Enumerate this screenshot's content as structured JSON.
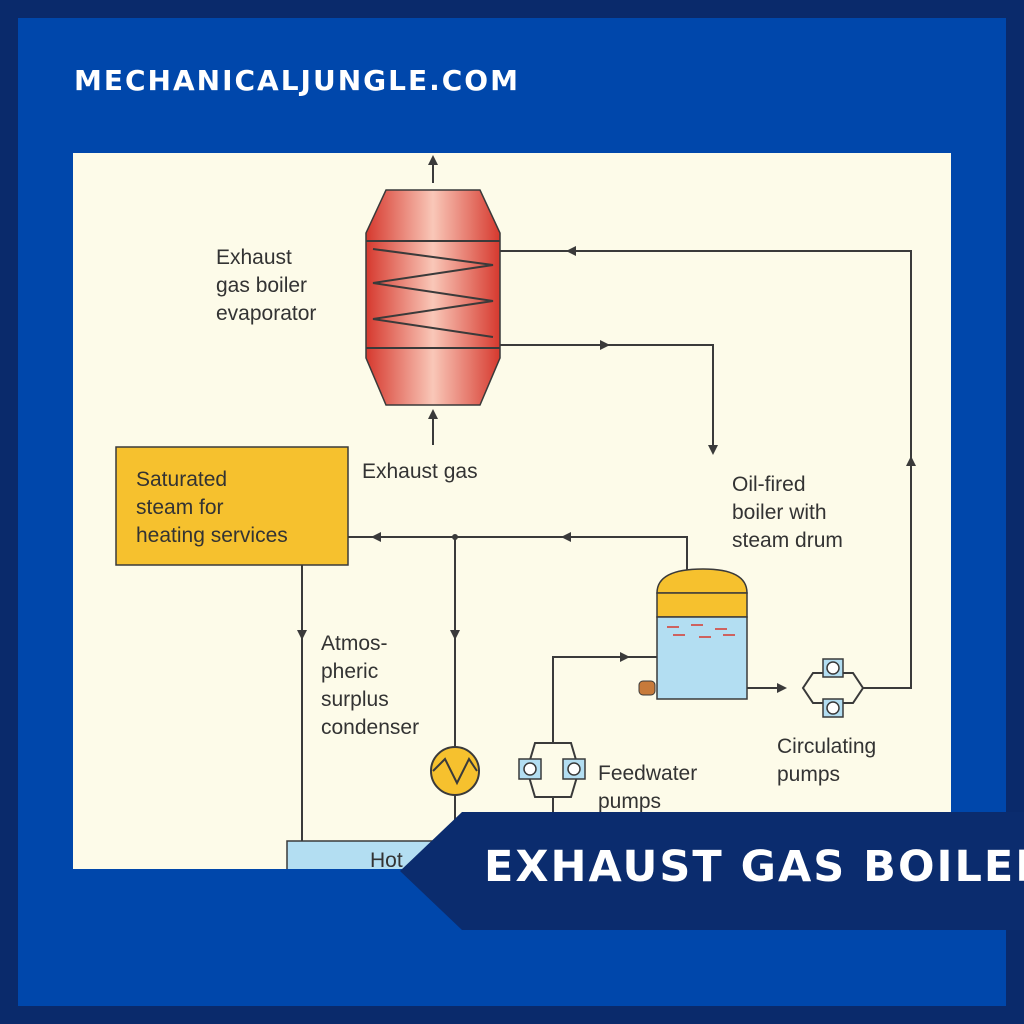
{
  "site": {
    "title": "MECHANICALJUNGLE.COM"
  },
  "banner": {
    "text": "EXHAUST GAS BOILER"
  },
  "diagram": {
    "evaporator_label": [
      "Exhaust",
      "gas boiler",
      "evaporator"
    ],
    "exhaust_gas_label": "Exhaust gas",
    "steam_box_label": [
      "Saturated",
      "steam for",
      "heating services"
    ],
    "oil_boiler_label": [
      "Oil-fired",
      "boiler with",
      "steam drum"
    ],
    "condenser_label": [
      "Atmos-",
      "pheric",
      "surplus",
      "condenser"
    ],
    "feedwater_label": [
      "Feedwater",
      "pumps"
    ],
    "circulating_label": [
      "Circulating",
      "pumps"
    ],
    "hotwell_label": "Hot",
    "colors": {
      "evaporator": "#e0453a",
      "steam_box": "#f6c12e",
      "water": "#b3def2",
      "line": "#3a3a3a",
      "panel_bg": "#fdfbe9"
    }
  }
}
